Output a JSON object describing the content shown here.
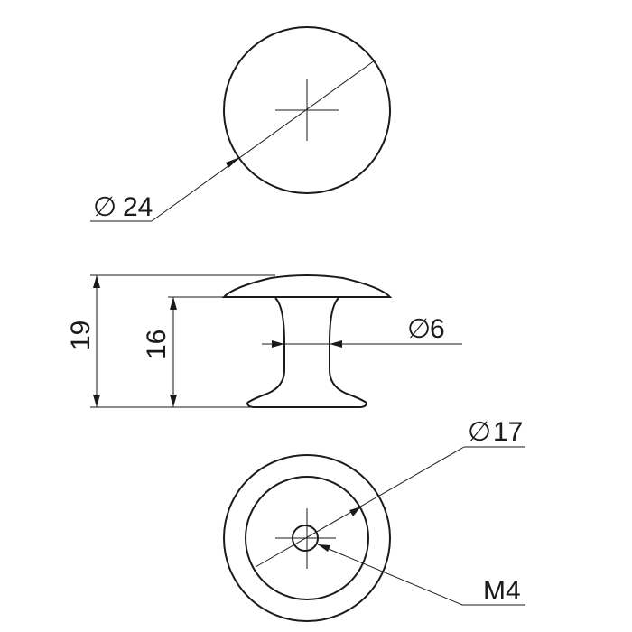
{
  "drawing": {
    "line_color": "#1a1a1a",
    "background": "#ffffff",
    "views": [
      "top-view",
      "side-view",
      "bottom-view"
    ]
  },
  "dimensions": {
    "head_diameter": {
      "value": 24,
      "symbol": "∅",
      "label": "24"
    },
    "total_height": {
      "value": 19,
      "label": "19"
    },
    "body_height": {
      "value": 16,
      "label": "16"
    },
    "neck_diameter": {
      "value": 6,
      "symbol": "∅",
      "label": "6"
    },
    "base_diameter": {
      "value": 17,
      "symbol": "∅",
      "label": "17"
    },
    "thread": {
      "label": "M4"
    }
  }
}
